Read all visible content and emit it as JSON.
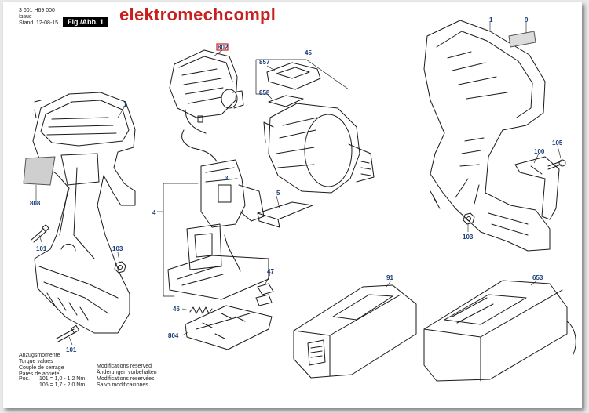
{
  "header": {
    "doc_number": "3 601 H69 000",
    "issue_label": "Issue",
    "issue_value": "",
    "stand_label": "Stand",
    "stand_value": "12-08-15",
    "fig_label": "Fig./Abb. 1"
  },
  "watermark": "elektromechcompl",
  "callouts": {
    "c1_left": "1",
    "c1_right": "1",
    "c3": "3",
    "c4": "4",
    "c5": "5",
    "c9": "9",
    "c45": "45",
    "c46": "46",
    "c47": "47",
    "c91": "91",
    "c100": "100",
    "c101_a": "101",
    "c101_b": "101",
    "c103_a": "103",
    "c103_b": "103",
    "c105": "105",
    "c653": "653",
    "c802": "802",
    "c804": "804",
    "c808": "808",
    "c857": "857",
    "c858": "858"
  },
  "torque_notes": {
    "lines": [
      "Anzugsmomente",
      "Torque values",
      "Couple de serrage",
      "Pares de apriete"
    ],
    "row1_pos": "Pos.",
    "row1_part": "101",
    "row1_value": "= 1,0 - 1,2 Nm",
    "row2_part": "105",
    "row2_value": "= 1,7 - 2,0 Nm"
  },
  "modification_notes": [
    "Modifications reserved",
    "Änderungen vorbehalten",
    "Modifications reservées",
    "Salvo modificaciones"
  ],
  "colors": {
    "callout": "#1a3d7a",
    "brand": "#c81e1e",
    "highlight": "#d22020",
    "line": "#1a1a1a"
  }
}
